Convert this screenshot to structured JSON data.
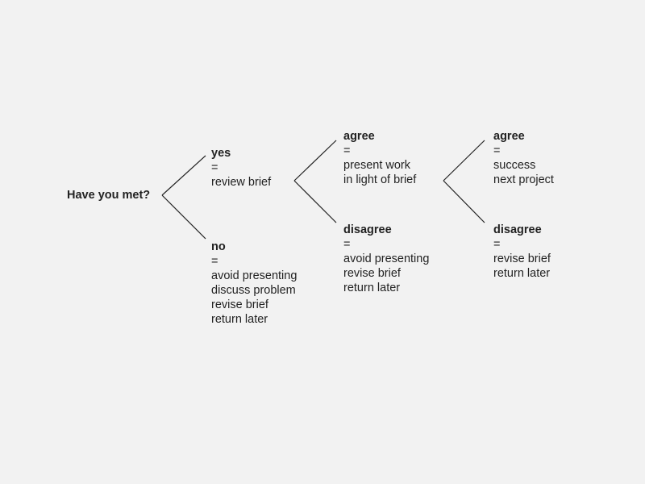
{
  "root": {
    "label": "Have you met?"
  },
  "nodes": {
    "yes": {
      "head": "yes",
      "lines": [
        "=",
        "review brief"
      ]
    },
    "no": {
      "head": "no",
      "lines": [
        "=",
        "avoid presenting",
        "discuss problem",
        "revise brief",
        "return later"
      ]
    },
    "agree1": {
      "head": "agree",
      "lines": [
        "=",
        "present work",
        "in light of brief"
      ]
    },
    "disagree1": {
      "head": "disagree",
      "lines": [
        "=",
        "avoid presenting",
        "revise brief",
        "return later"
      ]
    },
    "agree2": {
      "head": "agree",
      "lines": [
        "=",
        "success",
        "next project"
      ]
    },
    "disagree2": {
      "head": "disagree",
      "lines": [
        "=",
        "revise brief",
        "return later"
      ]
    }
  },
  "colors": {
    "background": "#f2f2f2",
    "text": "#222222",
    "line": "#222222"
  }
}
